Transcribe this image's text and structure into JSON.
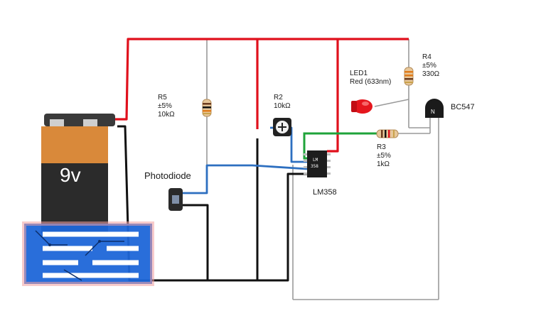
{
  "colors": {
    "positive_wire": "#e0101c",
    "ground_wire": "#111111",
    "signal_wire": "#2d6fc0",
    "feedback_wire": "#1fa33a",
    "thin_wire": "#9a9a9a",
    "battery_body": "#2b2b2b",
    "battery_band": "#d9893a",
    "logo_blue": "#1e66d8",
    "led": "#e5161d"
  },
  "icons": {
    "battery": "9v-battery-icon",
    "photodiode": "photodiode-icon",
    "potentiometer": "potentiometer-icon",
    "ic": "lm358-chip-icon",
    "led": "red-led-icon",
    "transistor": "npn-transistor-icon",
    "logo": "circuit-logo-icon"
  },
  "battery": {
    "label": "9v"
  },
  "photodiode": {
    "label": "Photodiode"
  },
  "r5": {
    "name": "R5",
    "tolerance": "±5%",
    "value": "10kΩ"
  },
  "r2": {
    "name": "R2",
    "value": "10kΩ"
  },
  "ic": {
    "name": "LM358",
    "chip_line1": "LM",
    "chip_line2": "358"
  },
  "led1": {
    "name": "LED1",
    "desc": "Red (633nm)"
  },
  "r4": {
    "name": "R4",
    "tolerance": "±5%",
    "value": "330Ω"
  },
  "transistor": {
    "name": "BC547",
    "pin_mark": "N"
  },
  "r3": {
    "name": "R3",
    "tolerance": "±5%",
    "value": "1kΩ"
  }
}
